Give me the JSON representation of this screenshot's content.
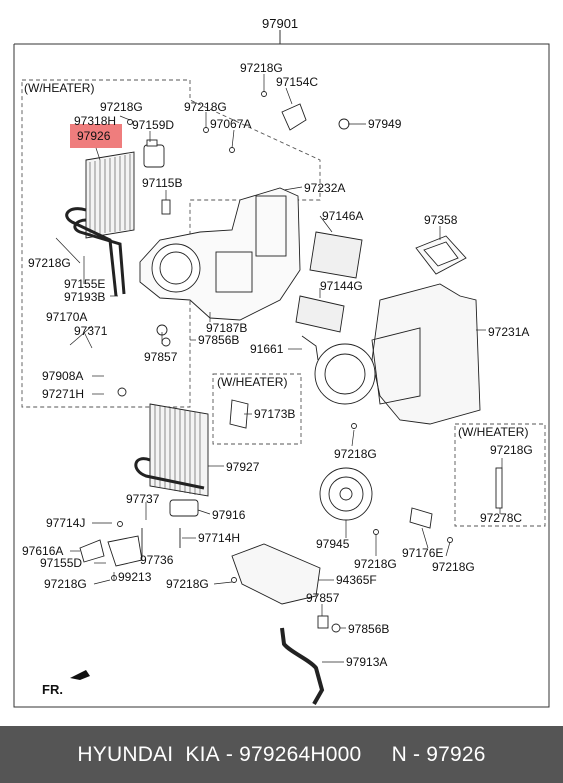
{
  "assembly_label": "97901",
  "section_labels": {
    "heater_main": "(W/HEATER)",
    "heater_mid": "(W/HEATER)",
    "heater_right": "(W/HEATER)"
  },
  "highlighted_part": "97926",
  "callouts": {
    "c_97218G_top": "97218G",
    "c_97154C": "97154C",
    "c_97949": "97949",
    "c_97218G_a": "97218G",
    "c_97218G_b": "97218G",
    "c_97318H": "97318H",
    "c_97159D": "97159D",
    "c_97067A": "97067A",
    "c_97115B": "97115B",
    "c_97232A": "97232A",
    "c_97146A": "97146A",
    "c_97358": "97358",
    "c_97218G_c": "97218G",
    "c_97155E": "97155E",
    "c_97193B": "97193B",
    "c_97144G": "97144G",
    "c_97231A": "97231A",
    "c_97170A": "97170A",
    "c_97371": "97371",
    "c_97187B": "97187B",
    "c_97856B_a": "97856B",
    "c_91661": "91661",
    "c_97857_a": "97857",
    "c_97908A": "97908A",
    "c_97271H": "97271H",
    "c_97173B": "97173B",
    "c_97218G_d": "97218G",
    "c_97218G_e": "97218G",
    "c_97927": "97927",
    "c_97278C": "97278C",
    "c_97737": "97737",
    "c_97916": "97916",
    "c_97945": "97945",
    "c_97714J": "97714J",
    "c_97714H": "97714H",
    "c_97176E": "97176E",
    "c_97616A": "97616A",
    "c_97155D": "97155D",
    "c_97736": "97736",
    "c_97218G_f": "97218G",
    "c_97218G_g": "97218G",
    "c_99213": "99213",
    "c_97218G_h": "97218G",
    "c_94365F": "94365F",
    "c_97857_b": "97857",
    "c_97856B_b": "97856B",
    "c_97913A": "97913A",
    "fr": "FR."
  },
  "footer": {
    "brand": "HYUNDAI  KIA",
    "separator": " - ",
    "part_number": "979264H000",
    "gap": "     ",
    "ref_prefix": "N - ",
    "ref_number": "97926"
  },
  "colors": {
    "highlight": "#ef7d7d",
    "footer_bg": "#555555",
    "footer_text": "#ffffff",
    "line": "#222222"
  }
}
